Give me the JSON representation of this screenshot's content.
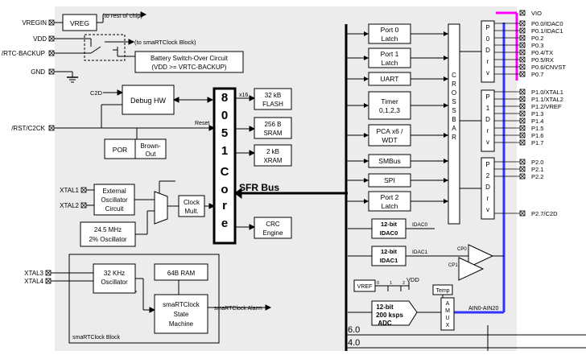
{
  "left_pins": {
    "vregin": "VREGIN",
    "vdd": "VDD",
    "vrtc_backup": "/RTC-BACKUP",
    "gnd": "GND",
    "rst_c2ck": "/RST/C2CK",
    "xtal1": "XTAL1",
    "xtal2": "XTAL2",
    "xtal3": "XTAL3",
    "xtal4": "XTAL4"
  },
  "power": {
    "vreg": "VREG",
    "to_rest": "(to rest of chip)",
    "to_smartclock": "(to smaRTClock Block)",
    "battery_line1": "Battery Switch-Over Circuit",
    "battery_line2": "(VDD >= VRTC-BACKUP)"
  },
  "debug": {
    "c2d": "C2D",
    "debug_hw": "Debug HW",
    "reset": "Reset",
    "por": "POR",
    "brownout_line1": "Brown-",
    "brownout_line2": "Out"
  },
  "core": {
    "letters": [
      "8",
      "0",
      "5",
      "1",
      "C",
      "o",
      "r",
      "e"
    ],
    "x16": "x16",
    "sfr_bus": "SFR Bus"
  },
  "memory": [
    {
      "line1": "32 kB",
      "line2": "FLASH"
    },
    {
      "line1": "256 B",
      "line2": "SRAM"
    },
    {
      "line1": "2 kB",
      "line2": "XRAM"
    },
    {
      "line1": "CRC",
      "line2": "Engine"
    }
  ],
  "clock": {
    "ext_osc": [
      "External",
      "Oscillator",
      "Circuit"
    ],
    "int_osc": [
      "24.5 MHz",
      "2% Oscillator"
    ],
    "clock_mult": [
      "Clock",
      "Mult."
    ]
  },
  "smartclock": {
    "osc": [
      "32 KHz",
      "Oscillator"
    ],
    "ram": "64B RAM",
    "state_machine": [
      "smaRTClock",
      "State",
      "Machine"
    ],
    "alarm": "smaRTClock Alarm",
    "block_label": "smaRTClock Block"
  },
  "peripherals": [
    {
      "line1": "Port 0",
      "line2": "Latch"
    },
    {
      "line1": "Port 1",
      "line2": "Latch"
    },
    {
      "line1": "UART",
      "line2": ""
    },
    {
      "line1": "Timer",
      "line2": "0,1,2,3"
    },
    {
      "line1": "PCA x6 /",
      "line2": "WDT"
    },
    {
      "line1": "SMBus",
      "line2": ""
    },
    {
      "line1": "SPI",
      "line2": ""
    },
    {
      "line1": "Port 2",
      "line2": "Latch"
    }
  ],
  "crossbar": [
    "C",
    "R",
    "O",
    "S",
    "S",
    "B",
    "A",
    "R"
  ],
  "drivers": [
    [
      "P",
      "0",
      "D",
      "r",
      "v"
    ],
    [
      "P",
      "1",
      "D",
      "r",
      "v"
    ],
    [
      "P",
      "2",
      "D",
      "r",
      "v"
    ]
  ],
  "right_pins": {
    "vio": "VIO",
    "port0": [
      "P0.0/IDAC0",
      "P0.1/IDAC1",
      "P0.2",
      "P0.3",
      "P0.4/TX",
      "P0.5/RX",
      "P0.6/CNVST",
      "P0.7"
    ],
    "port1": [
      "P1.0/XTAL1",
      "P1.1/XTAL2",
      "P1.2/VREF",
      "P1.3",
      "P1.4",
      "P1.5",
      "P1.6",
      "P1.7"
    ],
    "port2": [
      "P2.0",
      "P2.1",
      "P2.2"
    ],
    "p27": "P2.7/C2D"
  },
  "analog": {
    "idac0": [
      "12-bit",
      "IDAC0"
    ],
    "idac1": [
      "12-bit",
      "IDAC1"
    ],
    "idac0_out": "IDAC0",
    "idac1_out": "IDAC1",
    "cp0": "CP0",
    "cp1": "CP1",
    "vref": "VREF",
    "vdd": "VDD",
    "vref_taps": [
      "0",
      "1",
      "2"
    ],
    "temp": "Temp",
    "adc": [
      "12-bit",
      "200 ksps",
      "ADC"
    ],
    "amux": [
      "A",
      "M",
      "U",
      "X"
    ],
    "ain": "AIN0-AIN20"
  },
  "version_lines": [
    "6.0",
    "4.0"
  ],
  "colors": {
    "line": "#000000",
    "vio_bus": "#ff00ff",
    "analog_bus": "#3333ff",
    "panel": "#ececec"
  }
}
